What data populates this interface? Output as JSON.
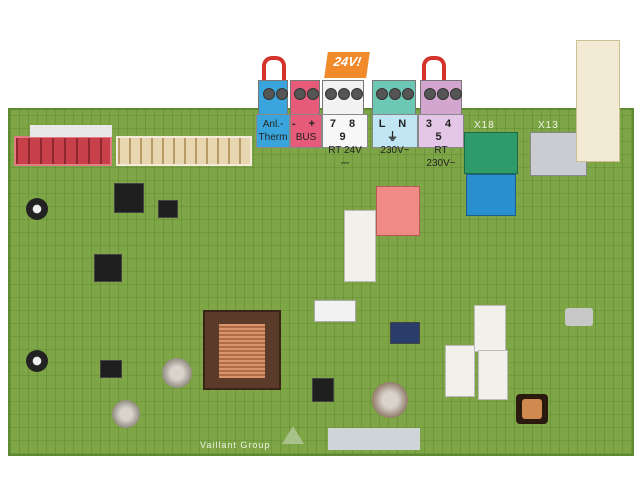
{
  "board": {
    "manufacturer_silkscreen": "Vaillant Group",
    "connector_labels": {
      "x18": "X18",
      "x13": "X13"
    },
    "warning_tag": "24V!",
    "terminal_blocks": [
      {
        "id": "anl-therm",
        "pins": "",
        "label": "Anl.- Therm",
        "color": "#3aa5dc"
      },
      {
        "id": "bus",
        "pins": "- +",
        "label": "BUS",
        "color": "#e65a7a"
      },
      {
        "id": "rt24",
        "pins": "7 8 9",
        "label": "RT 24V ⎓",
        "color": "#f2f2f2"
      },
      {
        "id": "mains",
        "pins": "L N ⏚",
        "label": "230V~",
        "color": "#6cc8b4"
      },
      {
        "id": "rt230",
        "pins": "3 4 5",
        "label": "RT 230V~",
        "color": "#d3a6d0"
      }
    ],
    "colors": {
      "pcb": "#7ea646",
      "red_connector": "#c8414a",
      "beige_connector": "#e8d6b0",
      "orange_tag": "#f08a2a"
    }
  }
}
